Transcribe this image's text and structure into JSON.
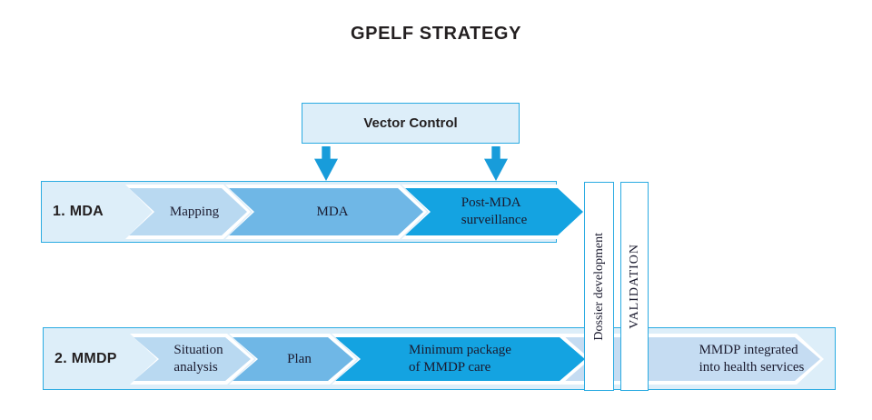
{
  "title": "GPELF STRATEGY",
  "vector_control": {
    "label": "Vector Control"
  },
  "rows": [
    {
      "label": "1. MDA",
      "chevrons": [
        {
          "label": "Mapping",
          "color": "#b9d9f1"
        },
        {
          "label": "MDA",
          "color": "#6fb7e6"
        },
        {
          "label": "Post-MDA\nsurveillance",
          "color": "#14a3e1"
        }
      ]
    },
    {
      "label": "2. MMDP",
      "chevrons": [
        {
          "label": "Situation\nanalysis",
          "color": "#b9d9f1"
        },
        {
          "label": "Plan",
          "color": "#6fb7e6"
        },
        {
          "label": "Minimum package\nof MMDP care",
          "color": "#14a3e1"
        },
        {
          "label": "MMDP integrated\ninto health services",
          "color": "#c5dcf2"
        }
      ]
    }
  ],
  "bars": [
    {
      "label": "Dossier development"
    },
    {
      "label": "VALIDATION"
    }
  ],
  "colors": {
    "accent_blue": "#2aabe2",
    "band_fill": "#ddeef9",
    "arrow_blue": "#189cda",
    "chevron_light": "#b9d9f1",
    "chevron_medium": "#6fb7e6",
    "chevron_bright": "#14a3e1",
    "chevron_integrated": "#c5dcf2",
    "text_dark": "#231f20"
  }
}
